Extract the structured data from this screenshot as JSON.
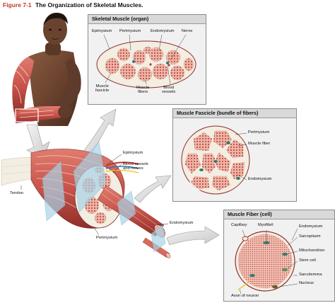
{
  "figure": {
    "number": "Figure 7-1",
    "title": "The Organization of Skeletal Muscles."
  },
  "panels": {
    "organ": {
      "title": "Skeletal Muscle (organ)",
      "labels": {
        "epimysium": "Epimysium",
        "perimysium": "Perimysium",
        "endomysium": "Endomysium",
        "nerve": "Nerve",
        "muscle_fascicle": "Muscle\nfascicle",
        "muscle_fibers": "Muscle\nfibers",
        "blood_vessels": "Blood\nvessels"
      }
    },
    "fascicle": {
      "title": "Muscle Fascicle (bundle of fibers)",
      "labels": {
        "perimysium": "Perimysium",
        "muscle_fiber": "Muscle fiber",
        "endomysium": "Endomysium"
      }
    },
    "fiber": {
      "title": "Muscle Fiber (cell)",
      "labels": {
        "capillary": "Capillary",
        "myofibril": "Myofibril",
        "endomysium": "Endomysium",
        "sarcoplasm": "Sarcoplasm",
        "mitochondrion": "Mitochondrion",
        "stem_cell": "Stem cell",
        "sarcolemma": "Sarcolemma",
        "nucleus": "Nucleus",
        "axon_of_neuron": "Axon of neuron"
      }
    }
  },
  "main_labels": {
    "epimysium": "Epimysium",
    "blood_vessels_and_nerves": "Blood vessels\nand nerves",
    "tendon": "Tendon",
    "endomysium": "Endomysium",
    "perimysium": "Perimysium"
  },
  "colors": {
    "muscle": "#c9534a",
    "muscle_dark": "#8e2f2a",
    "fascicle_fill": "#e8b3a6",
    "fiber_dot": "#c84a3e",
    "sheath": "#f3ede2",
    "skin": "#6b4330",
    "accent_red": "#c0392b",
    "blood_vessel_blue": "#2f6fb1",
    "nerve_yellow": "#f2c230",
    "stem_cell_green": "#6a8d5c",
    "plane_blue": "#a9d3e6"
  }
}
